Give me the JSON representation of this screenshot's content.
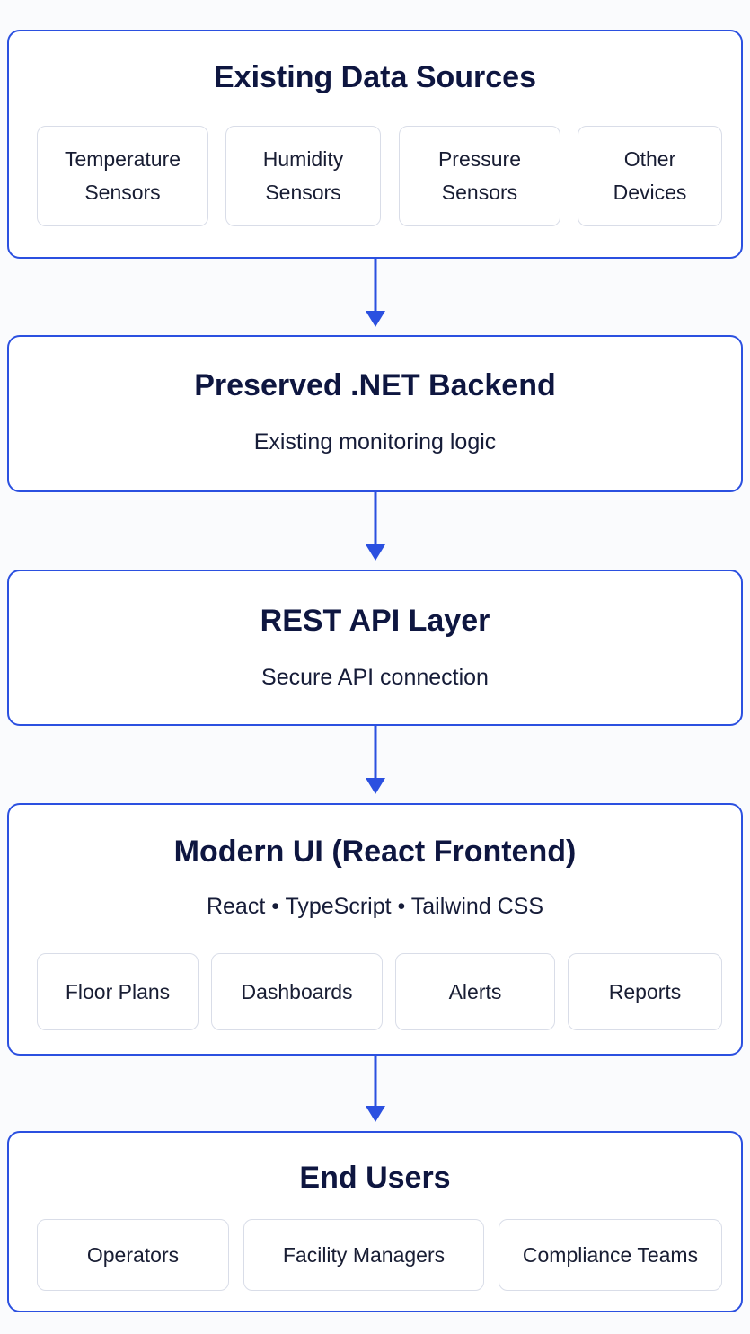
{
  "sections": [
    {
      "title": "Existing Data Sources",
      "items": [
        "Temperature\nSensors",
        "Humidity\nSensors",
        "Pressure\nSensors",
        "Other\nDevices"
      ]
    },
    {
      "title": "Preserved .NET Backend",
      "subtitle": "Existing monitoring logic"
    },
    {
      "title": "REST API Layer",
      "subtitle": "Secure API connection"
    },
    {
      "title": "Modern UI (React Frontend)",
      "subtitle": "React • TypeScript • Tailwind CSS",
      "items": [
        "Floor Plans",
        "Dashboards",
        "Alerts",
        "Reports"
      ]
    },
    {
      "title": "End Users",
      "items": [
        "Operators",
        "Facility Managers",
        "Compliance Teams"
      ]
    }
  ],
  "colors": {
    "accent": "#2b50e0",
    "title": "#0e1640",
    "item_border": "#d9dde8"
  }
}
